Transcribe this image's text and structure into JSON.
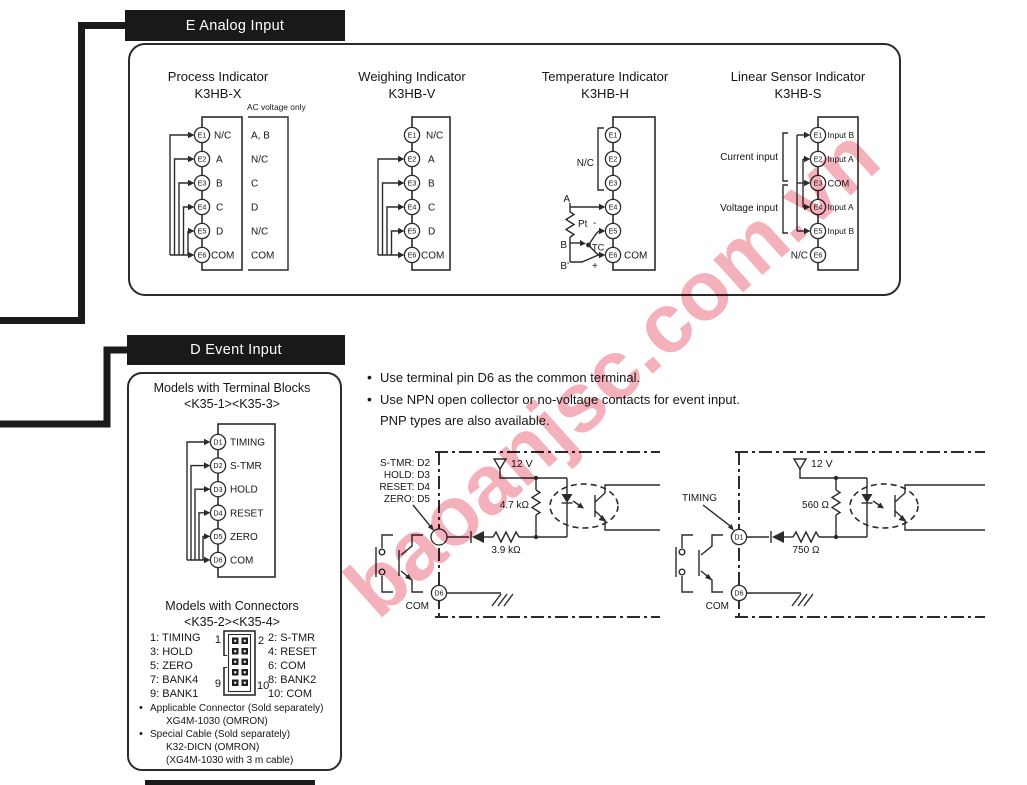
{
  "watermark": "baoanjsc.com.vn",
  "analog": {
    "tab": "E Analog Input",
    "process": {
      "title1": "Process Indicator",
      "title2": "K3HB-X",
      "ac_note": "AC voltage only",
      "t": [
        "E1",
        "E2",
        "E3",
        "E4",
        "E5",
        "E6"
      ],
      "labels": [
        "N/C",
        "A",
        "B",
        "C",
        "D",
        "COM"
      ],
      "ac_labels": [
        "A, B",
        "N/C",
        "C",
        "D",
        "N/C",
        "COM"
      ]
    },
    "weighing": {
      "title1": "Weighing Indicator",
      "title2": "K3HB-V",
      "t": [
        "E1",
        "E2",
        "E3",
        "E4",
        "E5",
        "E6"
      ],
      "labels": [
        "N/C",
        "A",
        "B",
        "C",
        "D",
        "COM"
      ]
    },
    "temperature": {
      "title1": "Temperature Indicator",
      "title2": "K3HB-H",
      "t": [
        "E1",
        "E2",
        "E3",
        "E4",
        "E5",
        "E6"
      ],
      "nc": "N/C",
      "com": "COM",
      "a": "A",
      "pt": "Pt",
      "b": "B",
      "b_prime": "B'",
      "tc": "TC",
      "minus": "-",
      "plus": "+"
    },
    "linear": {
      "title1": "Linear Sensor Indicator",
      "title2": "K3HB-S",
      "t": [
        "E1",
        "E2",
        "E3",
        "E4",
        "E5",
        "E6"
      ],
      "labels": [
        "Input B",
        "Input A",
        "COM",
        "Input A",
        "Input B"
      ],
      "nc": "N/C",
      "current": "Current input",
      "voltage": "Voltage input"
    }
  },
  "event": {
    "tab": "D Event Input",
    "tb_title": "Models with Terminal Blocks",
    "tb_sub": "<K35-1><K35-3>",
    "t": [
      "D1",
      "D2",
      "D3",
      "D4",
      "D5",
      "D6"
    ],
    "labels": [
      "TIMING",
      "S-TMR",
      "HOLD",
      "RESET",
      "ZERO",
      "COM"
    ],
    "conn_title": "Models with Connectors",
    "conn_sub": "<K35-2><K35-4>",
    "pins_left": [
      "1: TIMING",
      "3: HOLD",
      "5: ZERO",
      "7: BANK4",
      "9: BANK1"
    ],
    "pins_right": [
      "2: S-TMR",
      "4: RESET",
      "6: COM",
      "8: BANK2",
      "10: COM"
    ],
    "conn_nums": [
      "1",
      "2",
      "9",
      "10"
    ],
    "conn_note1": "Applicable Connector (Sold separately)",
    "conn_note1b": "XG4M-1030 (OMRON)",
    "conn_note2": "Special Cable (Sold separately)",
    "conn_note2b": "K32-DICN (OMRON)",
    "conn_note2c": "(XG4M-1030 with 3 m cable)",
    "notes": [
      "Use terminal pin D6 as the common terminal.",
      "Use NPN open collector or no-voltage contacts for event input.",
      "PNP types are also available."
    ],
    "c1": {
      "inputs": [
        "S-TMR: D2",
        "HOLD: D3",
        "RESET: D4",
        "ZERO: D5"
      ],
      "v": "12 V",
      "r1": "4.7 kΩ",
      "r2": "3.9 kΩ",
      "com_t": "D6",
      "com": "COM"
    },
    "c2": {
      "input": "TIMING",
      "v": "12 V",
      "r1": "560 Ω",
      "r2": "750 Ω",
      "in_t": "D1",
      "com_t": "D6",
      "com": "COM"
    }
  },
  "colors": {
    "ink": "#2b2b2b",
    "tab_bg": "#191919",
    "tab_fg": "#ffffff",
    "watermark": "#ee8191"
  }
}
